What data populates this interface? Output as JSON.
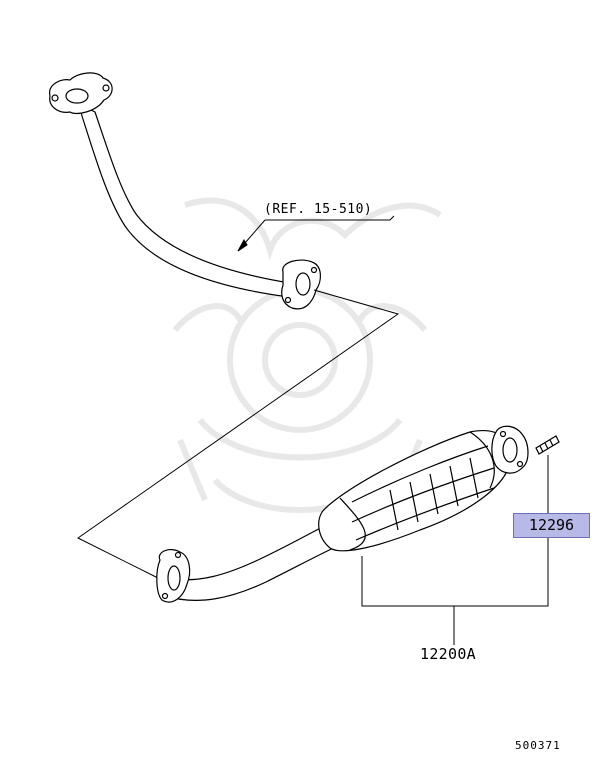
{
  "callouts": {
    "reference": "(REF. 15-510)",
    "highlighted_part": "12296",
    "main_part": "12200A"
  },
  "diagram_number": "500371",
  "colors": {
    "highlight": "#b9b9e8",
    "line": "#000000",
    "watermark": "#e6e6e6"
  }
}
